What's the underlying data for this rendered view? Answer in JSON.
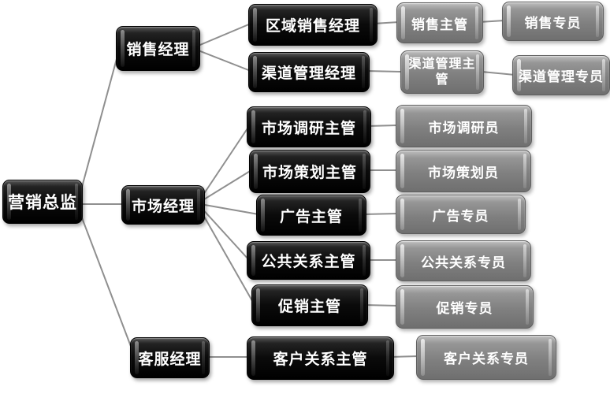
{
  "diagram": {
    "type": "org-chart",
    "background": "#ffffff",
    "palette": {
      "manager_box": "#0b0b0b",
      "staff_box": "#808080",
      "text": "#ffffff",
      "connector": "#8f8f8f"
    },
    "nodes": [
      {
        "id": "marketing-director",
        "label": "营销总监",
        "level": 1,
        "variant": "black"
      },
      {
        "id": "sales-manager",
        "label": "销售经理",
        "level": 2,
        "variant": "black"
      },
      {
        "id": "market-manager",
        "label": "市场经理",
        "level": 2,
        "variant": "black"
      },
      {
        "id": "customer-service-manager",
        "label": "客服经理",
        "level": 2,
        "variant": "black"
      },
      {
        "id": "regional-sales-manager",
        "label": "区域销售经理",
        "level": 3,
        "variant": "black"
      },
      {
        "id": "channel-management-manager",
        "label": "渠道管理经理",
        "level": 3,
        "variant": "black"
      },
      {
        "id": "market-research-supervisor",
        "label": "市场调研主管",
        "level": 3,
        "variant": "black"
      },
      {
        "id": "market-planning-supervisor",
        "label": "市场策划主管",
        "level": 3,
        "variant": "black"
      },
      {
        "id": "advertising-supervisor",
        "label": "广告主管",
        "level": 3,
        "variant": "black"
      },
      {
        "id": "public-relations-supervisor",
        "label": "公共关系主管",
        "level": 3,
        "variant": "black"
      },
      {
        "id": "promotion-supervisor",
        "label": "促销主管",
        "level": 3,
        "variant": "black"
      },
      {
        "id": "customer-relations-supervisor",
        "label": "客户关系主管",
        "level": 3,
        "variant": "black"
      },
      {
        "id": "sales-supervisor",
        "label": "销售主管",
        "level": 4,
        "variant": "gray"
      },
      {
        "id": "sales-specialist",
        "label": "销售专员",
        "level": 4,
        "variant": "gray"
      },
      {
        "id": "channel-management-supervisor",
        "label": "渠道管理主管",
        "level": 4,
        "variant": "gray"
      },
      {
        "id": "channel-management-specialist",
        "label": "渠道管理专员",
        "level": 4,
        "variant": "gray"
      },
      {
        "id": "market-researcher",
        "label": "市场调研员",
        "level": 4,
        "variant": "gray"
      },
      {
        "id": "market-planner",
        "label": "市场策划员",
        "level": 4,
        "variant": "gray"
      },
      {
        "id": "advertising-specialist",
        "label": "广告专员",
        "level": 4,
        "variant": "gray"
      },
      {
        "id": "public-relations-specialist",
        "label": "公共关系专员",
        "level": 4,
        "variant": "gray"
      },
      {
        "id": "promotion-specialist",
        "label": "促销专员",
        "level": 4,
        "variant": "gray"
      },
      {
        "id": "customer-relations-specialist",
        "label": "客户关系专员",
        "level": 4,
        "variant": "gray"
      }
    ],
    "edges": [
      [
        "marketing-director",
        "sales-manager"
      ],
      [
        "marketing-director",
        "market-manager"
      ],
      [
        "marketing-director",
        "customer-service-manager"
      ],
      [
        "sales-manager",
        "regional-sales-manager"
      ],
      [
        "sales-manager",
        "channel-management-manager"
      ],
      [
        "market-manager",
        "market-research-supervisor"
      ],
      [
        "market-manager",
        "market-planning-supervisor"
      ],
      [
        "market-manager",
        "advertising-supervisor"
      ],
      [
        "market-manager",
        "public-relations-supervisor"
      ],
      [
        "market-manager",
        "promotion-supervisor"
      ],
      [
        "customer-service-manager",
        "customer-relations-supervisor"
      ],
      [
        "regional-sales-manager",
        "sales-supervisor"
      ],
      [
        "sales-supervisor",
        "sales-specialist"
      ],
      [
        "channel-management-manager",
        "channel-management-supervisor"
      ],
      [
        "channel-management-supervisor",
        "channel-management-specialist"
      ],
      [
        "market-research-supervisor",
        "market-researcher"
      ],
      [
        "market-planning-supervisor",
        "market-planner"
      ],
      [
        "advertising-supervisor",
        "advertising-specialist"
      ],
      [
        "public-relations-supervisor",
        "public-relations-specialist"
      ],
      [
        "promotion-supervisor",
        "promotion-specialist"
      ],
      [
        "customer-relations-supervisor",
        "customer-relations-specialist"
      ]
    ]
  }
}
